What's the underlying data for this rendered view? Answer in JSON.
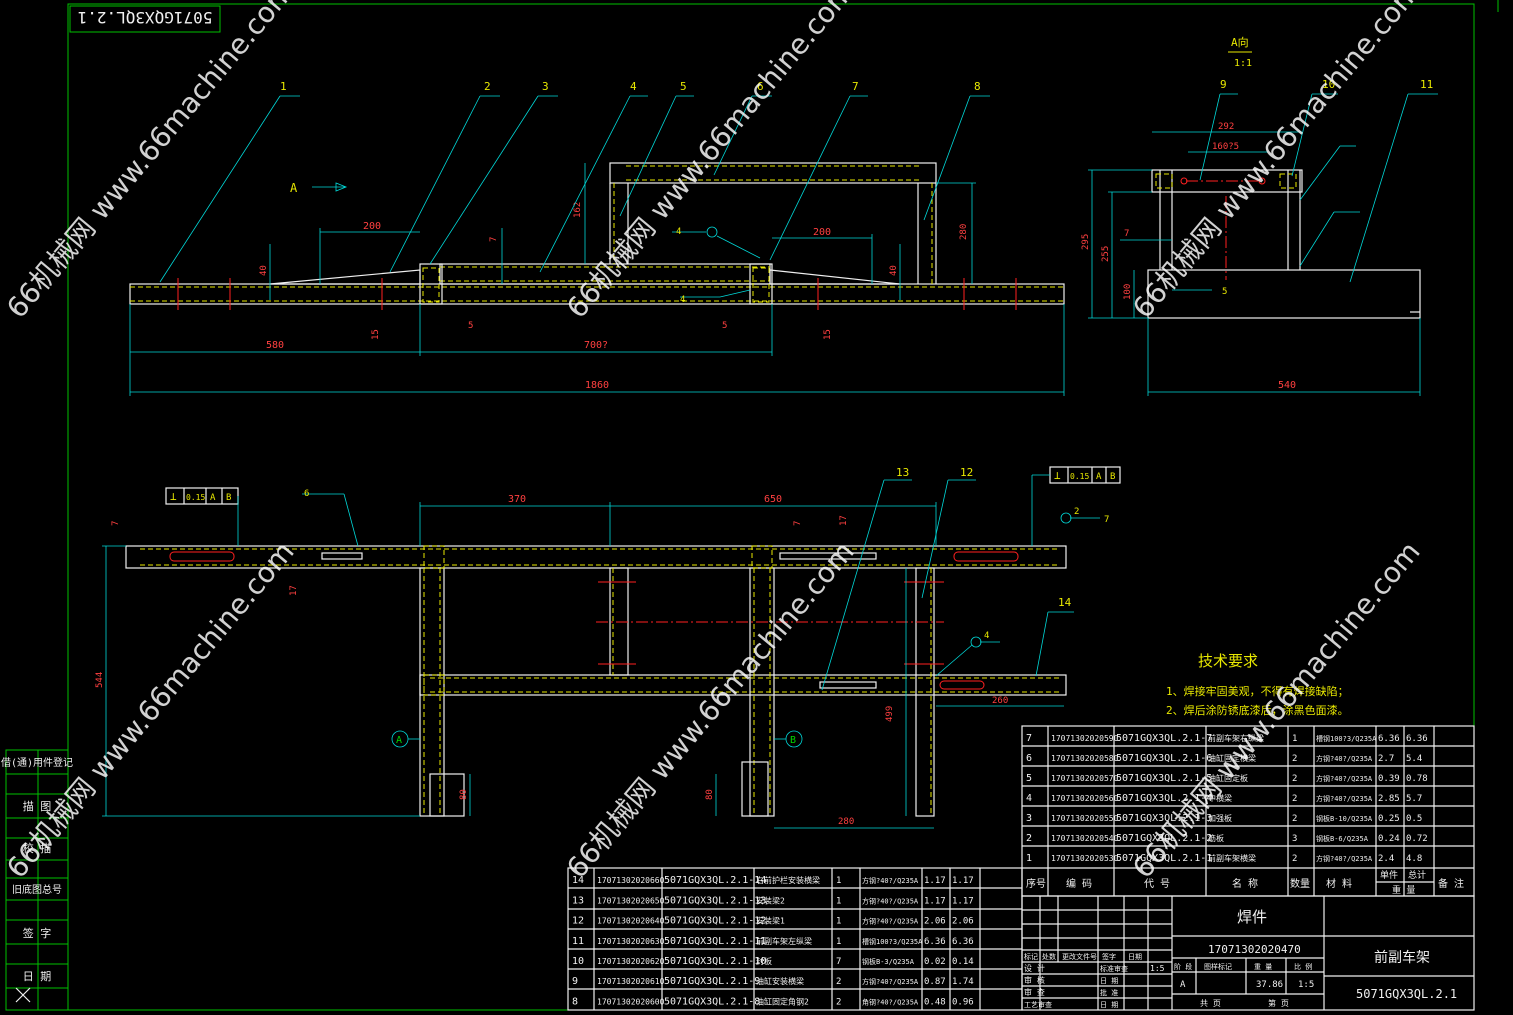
{
  "drawing_code_box": "5071GQX3QL.2.1",
  "view_label": "A向",
  "view_scale": "1:1",
  "arrow_label": "A",
  "callouts": [
    "1",
    "2",
    "3",
    "4",
    "5",
    "6",
    "7",
    "8",
    "9",
    "10",
    "11",
    "12",
    "13",
    "14"
  ],
  "dims_top": [
    "200",
    "200",
    "580",
    "700?",
    "1860",
    "40",
    "40",
    "15",
    "15",
    "5",
    "5",
    "7",
    "162",
    "280"
  ],
  "dims_side": [
    "292",
    "160?5",
    "295",
    "255",
    "100",
    "7",
    "540"
  ],
  "dims_plan": [
    "370",
    "650",
    "544",
    "499",
    "260",
    "280",
    "80",
    "80",
    "7",
    "7",
    "17",
    "17"
  ],
  "tolerances": [
    {
      "symbol": "⊥",
      "value": "0.15",
      "datums": [
        "A",
        "B"
      ]
    },
    {
      "symbol": "⊥",
      "value": "0.15",
      "datums": [
        "A",
        "B"
      ]
    }
  ],
  "weld_marks": [
    "6",
    "4",
    "4",
    "4",
    "4",
    "2",
    "5",
    "7"
  ],
  "datum_markers": [
    "A",
    "B"
  ],
  "tech_requirements": {
    "title": "技术要求",
    "items": [
      "1、焊接牢固美观，不得有焊接缺陷；",
      "2、焊后涂防锈底漆后，涂黑色面漆。"
    ]
  },
  "left_sidebar": [
    "借(通)用件登记",
    "描 图",
    "校 描",
    "旧底图总号",
    "签 字",
    "日 期"
  ],
  "bom_upper": [
    {
      "no": "7",
      "code": "17071302020590",
      "drawing": "5071GQX3QL.2.1-7",
      "name": "前副车架右纵梁",
      "qty": "1",
      "material": "槽钢100?3/Q235A",
      "unit": "6.36",
      "total": "6.36"
    },
    {
      "no": "6",
      "code": "17071302020580",
      "drawing": "5071GQX3QL.2.1-6",
      "name": "油缸固定横梁",
      "qty": "2",
      "material": "方钢?40?/Q235A",
      "unit": "2.7",
      "total": "5.4"
    },
    {
      "no": "5",
      "code": "17071302020570",
      "drawing": "5071GQX3QL.2.1-5",
      "name": "油缸固定板",
      "qty": "2",
      "material": "方钢?40?/Q235A",
      "unit": "0.39",
      "total": "0.78"
    },
    {
      "no": "4",
      "code": "17071302020560",
      "drawing": "5071GQX3QL.2.1-4",
      "name": "中横梁",
      "qty": "2",
      "material": "方钢?40?/Q235A",
      "unit": "2.85",
      "total": "5.7"
    },
    {
      "no": "3",
      "code": "17071302020550",
      "drawing": "5071GQX3QL.2.1-3",
      "name": "加强板",
      "qty": "2",
      "material": "钢板B-10/Q235A",
      "unit": "0.25",
      "total": "0.5"
    },
    {
      "no": "2",
      "code": "17071302020540",
      "drawing": "5071GQX3QL.2.1-2",
      "name": "筋板",
      "qty": "3",
      "material": "钢板B-6/Q235A",
      "unit": "0.24",
      "total": "0.72"
    },
    {
      "no": "1",
      "code": "17071302020530",
      "drawing": "5071GQX3QL.2.1-1",
      "name": "前副车架横梁",
      "qty": "2",
      "material": "方钢?40?/Q235A",
      "unit": "2.4",
      "total": "4.8"
    }
  ],
  "bom_header": [
    "序号",
    "编 码",
    "代 号",
    "名 称",
    "数量",
    "材 料",
    "单件",
    "总计",
    "备 注"
  ],
  "bom_header_sub": "重 量",
  "bom_lower": [
    {
      "no": "14",
      "code": "17071302020660",
      "drawing": "5071GQX3QL.2.1-14",
      "name": "右前护栏安装横梁",
      "qty": "1",
      "material": "方钢?40?/Q235A",
      "unit": "1.17",
      "total": "1.17"
    },
    {
      "no": "13",
      "code": "17071302020650",
      "drawing": "5071GQX3QL.2.1-13",
      "name": "安装梁2",
      "qty": "1",
      "material": "方钢?40?/Q235A",
      "unit": "1.17",
      "total": "1.17"
    },
    {
      "no": "12",
      "code": "17071302020640",
      "drawing": "5071GQX3QL.2.1-12",
      "name": "安装梁1",
      "qty": "1",
      "material": "方钢?40?/Q235A",
      "unit": "2.06",
      "total": "2.06"
    },
    {
      "no": "11",
      "code": "17071302020630",
      "drawing": "5071GQX3QL.2.1-11",
      "name": "前副车架左纵梁",
      "qty": "1",
      "material": "槽钢100?3/Q235A",
      "unit": "6.36",
      "total": "6.36"
    },
    {
      "no": "10",
      "code": "17071302020620",
      "drawing": "5071GQX3QL.2.1-10",
      "name": "封板",
      "qty": "7",
      "material": "钢板B-3/Q235A",
      "unit": "0.02",
      "total": "0.14"
    },
    {
      "no": "9",
      "code": "17071302020610",
      "drawing": "5071GQX3QL.2.1-9",
      "name": "油缸安装横梁",
      "qty": "2",
      "material": "方钢?40?/Q235A",
      "unit": "0.87",
      "total": "1.74"
    },
    {
      "no": "8",
      "code": "17071302020600",
      "drawing": "5071GQX3QL.2.1-8",
      "name": "油缸固定角钢2",
      "qty": "2",
      "material": "角钢?40?/Q235A",
      "unit": "0.48",
      "total": "0.96"
    }
  ],
  "title_block": {
    "type": "焊件",
    "part_code": "17071302020470",
    "part_name": "前副车架",
    "drawing_no": "5071GQX3QL.2.1",
    "stage": "A",
    "weight": "37.86",
    "scale": "1:5",
    "sheet_total": "共 页",
    "sheet_no": "第 页",
    "row_labels": [
      "标记",
      "处数",
      "更改文件号",
      "签字",
      "日期"
    ],
    "role_labels": [
      "设 计",
      "审 核",
      "审 查",
      "工艺审查"
    ],
    "std_labels": [
      "标准审查",
      "日 期",
      "批 准",
      "日 期"
    ],
    "col_labels": [
      "阶 段",
      "图样标记",
      "重 量",
      "比 例"
    ]
  },
  "watermarks": [
    "66机械网 www.66machine.com",
    "66机械网 www.66machine.com",
    "66机械网 www.66machine.com",
    "66机械网 www.66machine.com",
    "66机械网 www.66machine.com",
    "66机械网 www.66machine.com"
  ]
}
